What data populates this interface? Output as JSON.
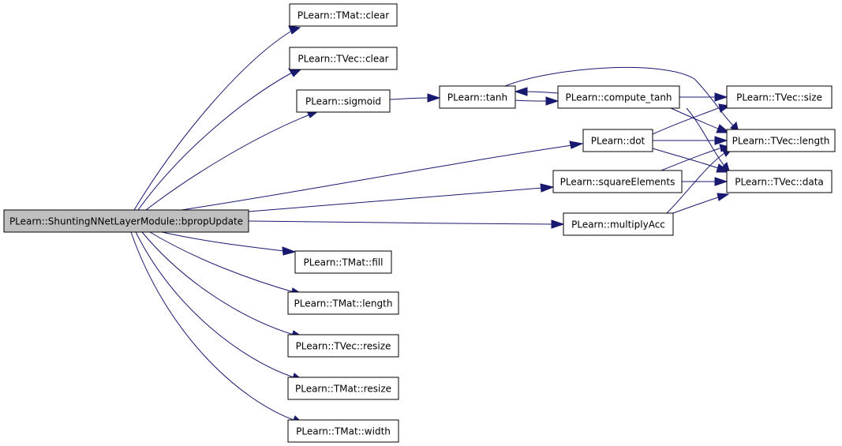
{
  "graph": {
    "root": "PLearn::ShuntingNNetLayerModule::bpropUpdate",
    "nodes": {
      "root": "PLearn::ShuntingNNetLayerModule::bpropUpdate",
      "tmat_clear": "PLearn::TMat::clear",
      "tvec_clear": "PLearn::TVec::clear",
      "sigmoid": "PLearn::sigmoid",
      "tanh": "PLearn::tanh",
      "compute_tanh": "PLearn::compute_tanh",
      "dot": "PLearn::dot",
      "square_elements": "PLearn::squareElements",
      "multiply_acc": "PLearn::multiplyAcc",
      "tvec_size": "PLearn::TVec::size",
      "tvec_length": "PLearn::TVec::length",
      "tvec_data": "PLearn::TVec::data",
      "tmat_fill": "PLearn::TMat::fill",
      "tmat_length": "PLearn::TMat::length",
      "tvec_resize": "PLearn::TVec::resize",
      "tmat_resize": "PLearn::TMat::resize",
      "tmat_width": "PLearn::TMat::width"
    },
    "edges": [
      [
        "root",
        "tmat_clear"
      ],
      [
        "root",
        "tvec_clear"
      ],
      [
        "root",
        "sigmoid"
      ],
      [
        "root",
        "dot"
      ],
      [
        "root",
        "square_elements"
      ],
      [
        "root",
        "multiply_acc"
      ],
      [
        "root",
        "tmat_fill"
      ],
      [
        "root",
        "tmat_length"
      ],
      [
        "root",
        "tvec_resize"
      ],
      [
        "root",
        "tmat_resize"
      ],
      [
        "root",
        "tmat_width"
      ],
      [
        "sigmoid",
        "tanh"
      ],
      [
        "tanh",
        "compute_tanh"
      ],
      [
        "compute_tanh",
        "tanh"
      ],
      [
        "tanh",
        "tvec_length"
      ],
      [
        "compute_tanh",
        "tvec_size"
      ],
      [
        "compute_tanh",
        "tvec_length"
      ],
      [
        "compute_tanh",
        "tvec_data"
      ],
      [
        "dot",
        "tvec_size"
      ],
      [
        "dot",
        "tvec_length"
      ],
      [
        "dot",
        "tvec_data"
      ],
      [
        "square_elements",
        "tvec_length"
      ],
      [
        "square_elements",
        "tvec_data"
      ],
      [
        "multiply_acc",
        "tvec_length"
      ],
      [
        "multiply_acc",
        "tvec_data"
      ]
    ],
    "colors": {
      "edge": "#191970",
      "root_fill": "#bfbfbf",
      "node_fill": "#ffffff",
      "node_border": "#000000"
    }
  }
}
